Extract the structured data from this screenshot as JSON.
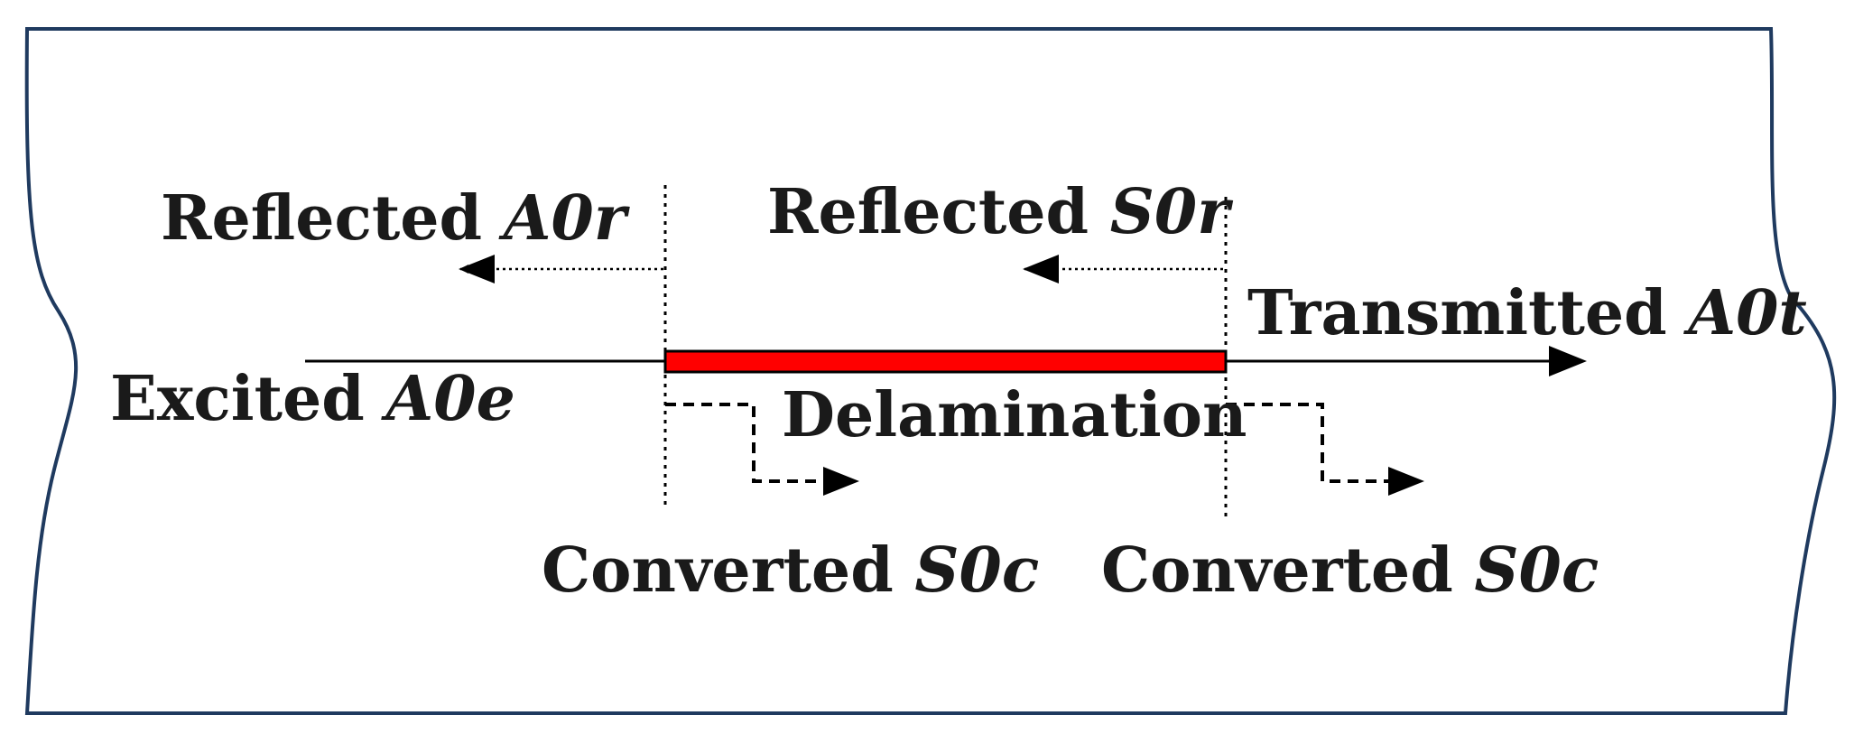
{
  "labels": {
    "reflected_a0": {
      "text": "Reflected ",
      "symbol": "A0r"
    },
    "reflected_s0": {
      "text": "Reflected ",
      "symbol": "S0r"
    },
    "transmitted_a0": {
      "text": "Transmitted ",
      "symbol": "A0t"
    },
    "excited_a0": {
      "text": "Excited ",
      "symbol": "A0e"
    },
    "delamination": {
      "text": "Delamination"
    },
    "converted_left": {
      "text": "Converted ",
      "symbol": "S0c"
    },
    "converted_right": {
      "text": "Converted ",
      "symbol": "S0c"
    }
  },
  "colors": {
    "delamination": "#ff0000",
    "plate_border": "#1f3a5f",
    "ink": "#000000"
  }
}
